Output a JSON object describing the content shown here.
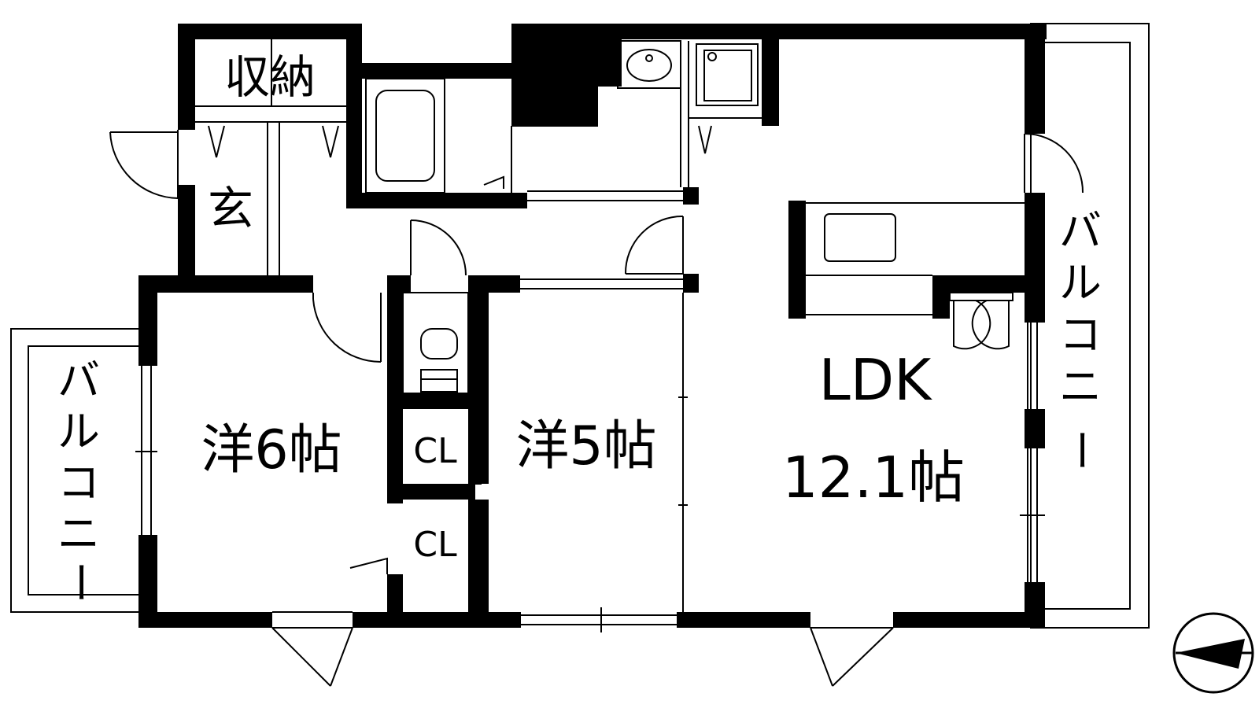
{
  "rooms": {
    "storage": "収納",
    "entrance": "玄",
    "western6": "洋6帖",
    "western5": "洋5帖",
    "closet1": "CL",
    "closet2": "CL",
    "ldk_name": "LDK",
    "ldk_size": "12.1帖"
  },
  "balconies": {
    "left": [
      "バ",
      "ル",
      "コ",
      "ニ",
      "ー"
    ],
    "right": [
      "バ",
      "ル",
      "コ",
      "ニ",
      "ー"
    ]
  },
  "compass": {
    "icon": "north-arrow-icon",
    "pointing": "left"
  }
}
